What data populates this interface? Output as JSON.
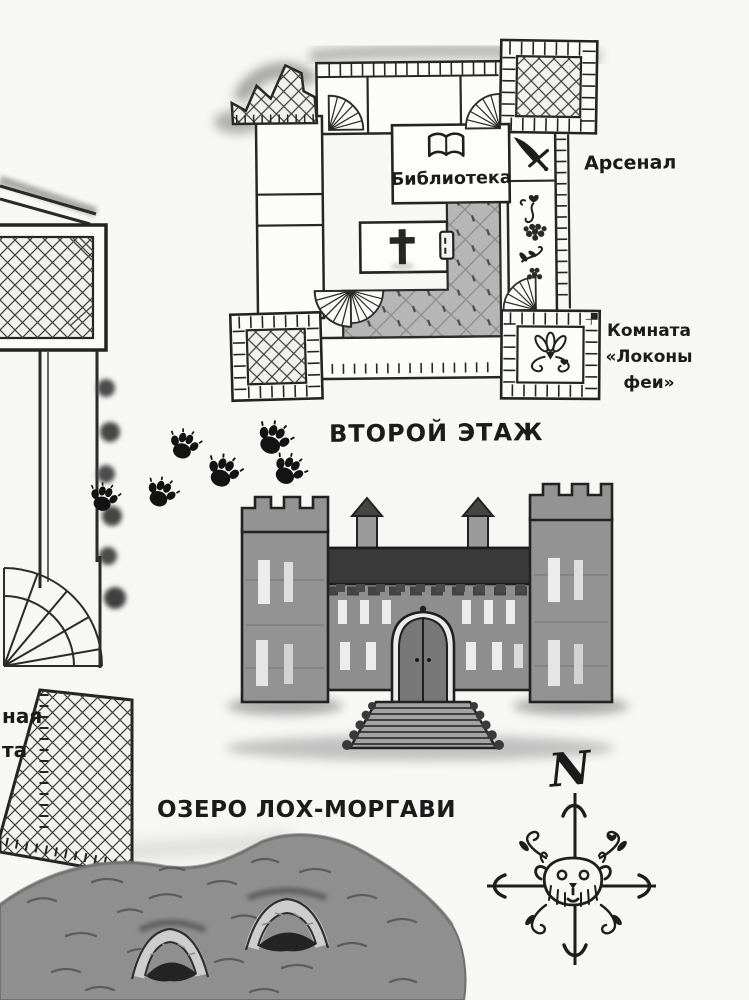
{
  "illustration": {
    "floor_plan": {
      "title": "ВТОРОЙ ЭТАЖ",
      "rooms": {
        "library": {
          "label": "Библиотека"
        },
        "arsenal": {
          "label": "Арсенал"
        },
        "fairy_locks": {
          "line1": "Комната",
          "line2": "«Локоны",
          "line3": "феи»"
        }
      }
    },
    "left_building": {
      "fragment1": "ная",
      "fragment2": "та"
    },
    "lake": {
      "label": "ОЗЕРО ЛОХ-МОРГАВИ"
    },
    "compass": {
      "north": "N"
    },
    "colors": {
      "paper": "#f7f7f5",
      "ink": "#1f1f1f",
      "castle_gray": "#8e8e8e",
      "roof_dark": "#3a3a3a",
      "lake_gray": "#8f8f8f",
      "hall_gray": "#b6b6b6"
    }
  }
}
